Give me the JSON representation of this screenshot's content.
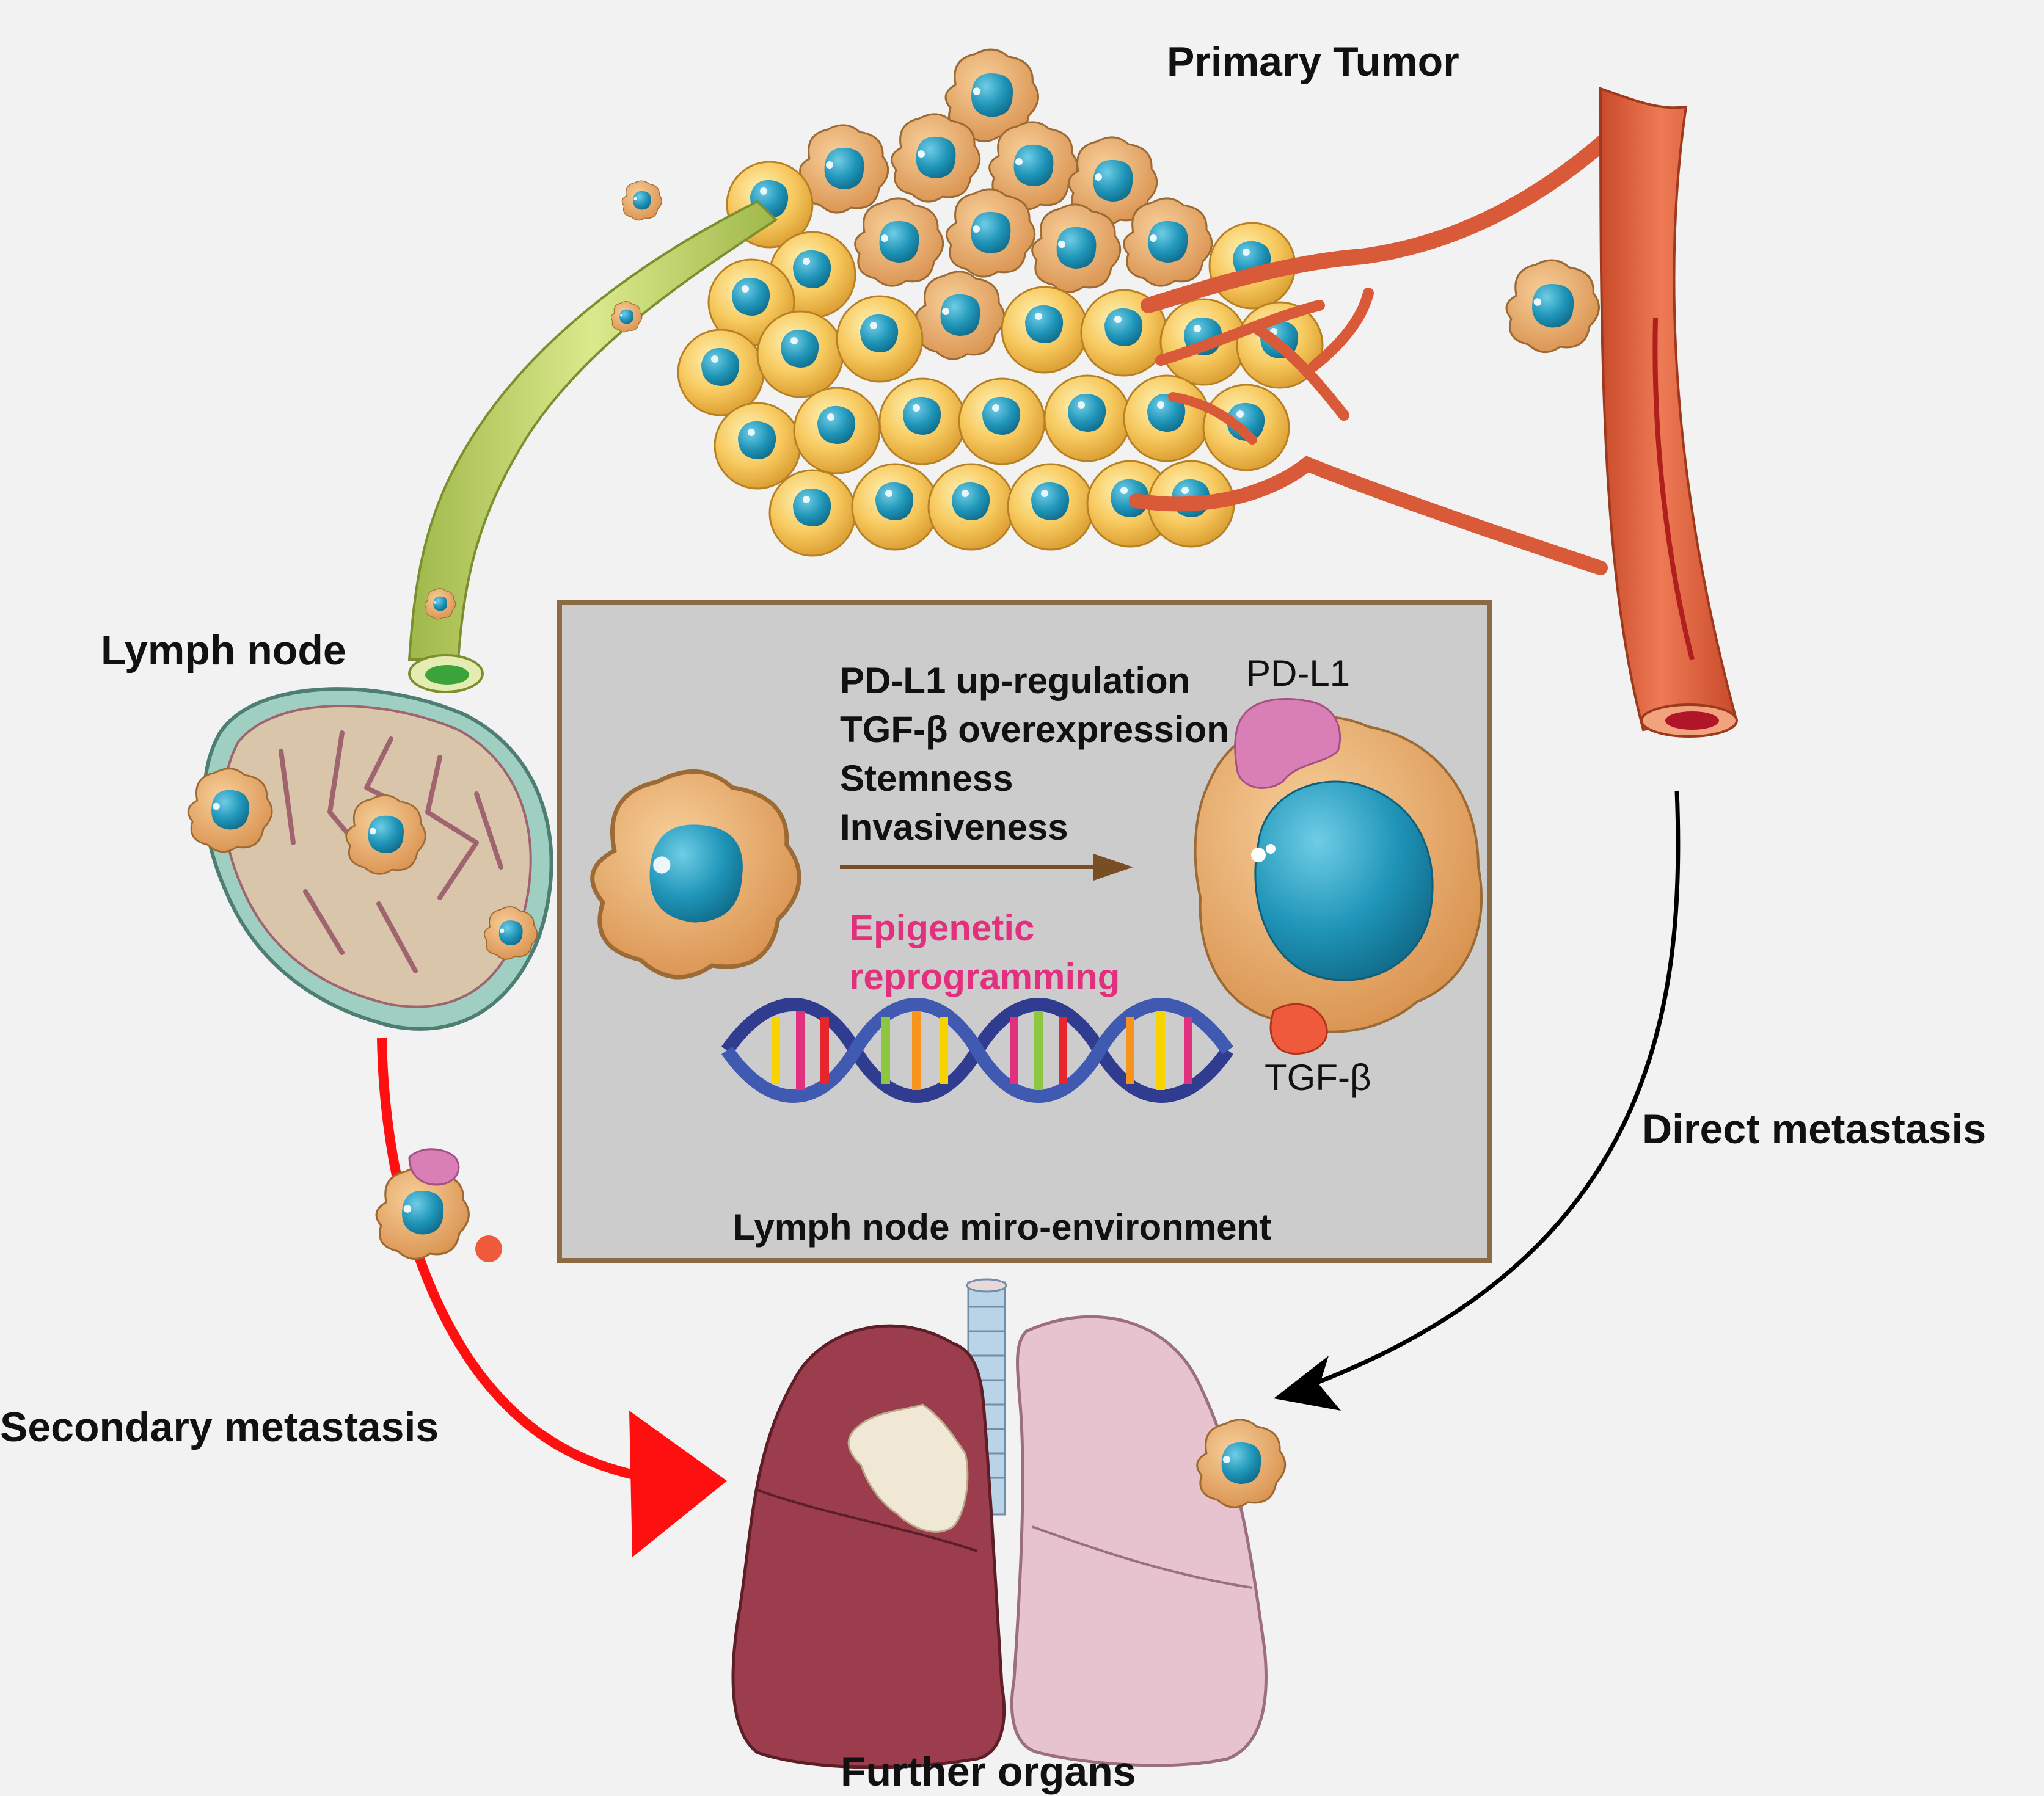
{
  "title": "Primary Tumor",
  "labels": {
    "primary_tumor": "Primary Tumor",
    "lymph_node": "Lymph node",
    "direct_metastasis": "Direct metastasis",
    "secondary_metastasis": "Secondary metastasis",
    "further_organs": "Further organs"
  },
  "microenvironment": {
    "caption": "Lymph node miro-environment",
    "changes": [
      "PD-L1 up-regulation",
      "TGF-β overexpression",
      "Stemness",
      "Invasiveness"
    ],
    "process": [
      "Epigenetic",
      "reprogramming"
    ],
    "marker_pdl1": "PD-L1",
    "marker_tgfb": "TGF-β"
  },
  "colors": {
    "background": "#f2f2f2",
    "box_fill": "#cccccc",
    "box_border": "#8b6a44",
    "tumor_cell": "#f5c25a",
    "nucleus": "#1f95b8",
    "migrating_cell": "#e3a661",
    "artery": "#e0613d",
    "lymph_vessel": "#c6d96b",
    "pdl1": "#d97fb5",
    "tgfb": "#ef5a3c",
    "epigenetic_text": "#e2307e",
    "secondary_arrow": "#ff1010",
    "direct_arrow": "#000000",
    "process_arrow": "#7a4e24",
    "left_lung": "#9b3d4c",
    "right_lung": "#e7c3cf"
  }
}
